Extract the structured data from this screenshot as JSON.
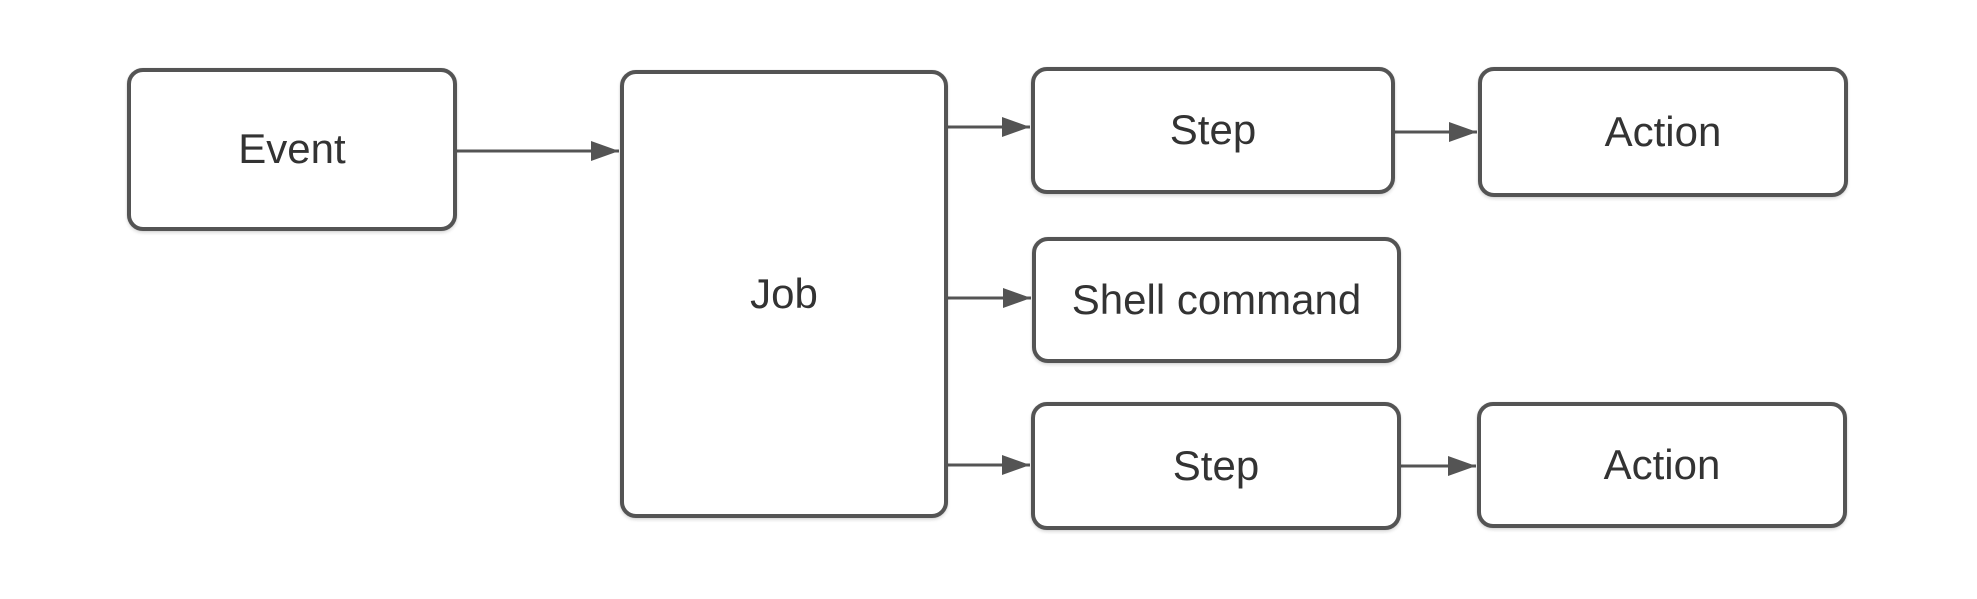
{
  "diagram": {
    "colors": {
      "background": "#ffffff",
      "node_fill": "#ffffff",
      "node_stroke": "#545454",
      "connector": "#545454",
      "text": "#333333"
    },
    "nodes": [
      {
        "id": "event",
        "label": "Event"
      },
      {
        "id": "job",
        "label": "Job"
      },
      {
        "id": "step-1",
        "label": "Step"
      },
      {
        "id": "action-1",
        "label": "Action"
      },
      {
        "id": "shell-command",
        "label": "Shell command"
      },
      {
        "id": "step-2",
        "label": "Step"
      },
      {
        "id": "action-2",
        "label": "Action"
      }
    ],
    "edges": [
      {
        "from": "event",
        "to": "job"
      },
      {
        "from": "job",
        "to": "step-1"
      },
      {
        "from": "step-1",
        "to": "action-1"
      },
      {
        "from": "job",
        "to": "shell-command"
      },
      {
        "from": "job",
        "to": "step-2"
      },
      {
        "from": "step-2",
        "to": "action-2"
      }
    ]
  }
}
